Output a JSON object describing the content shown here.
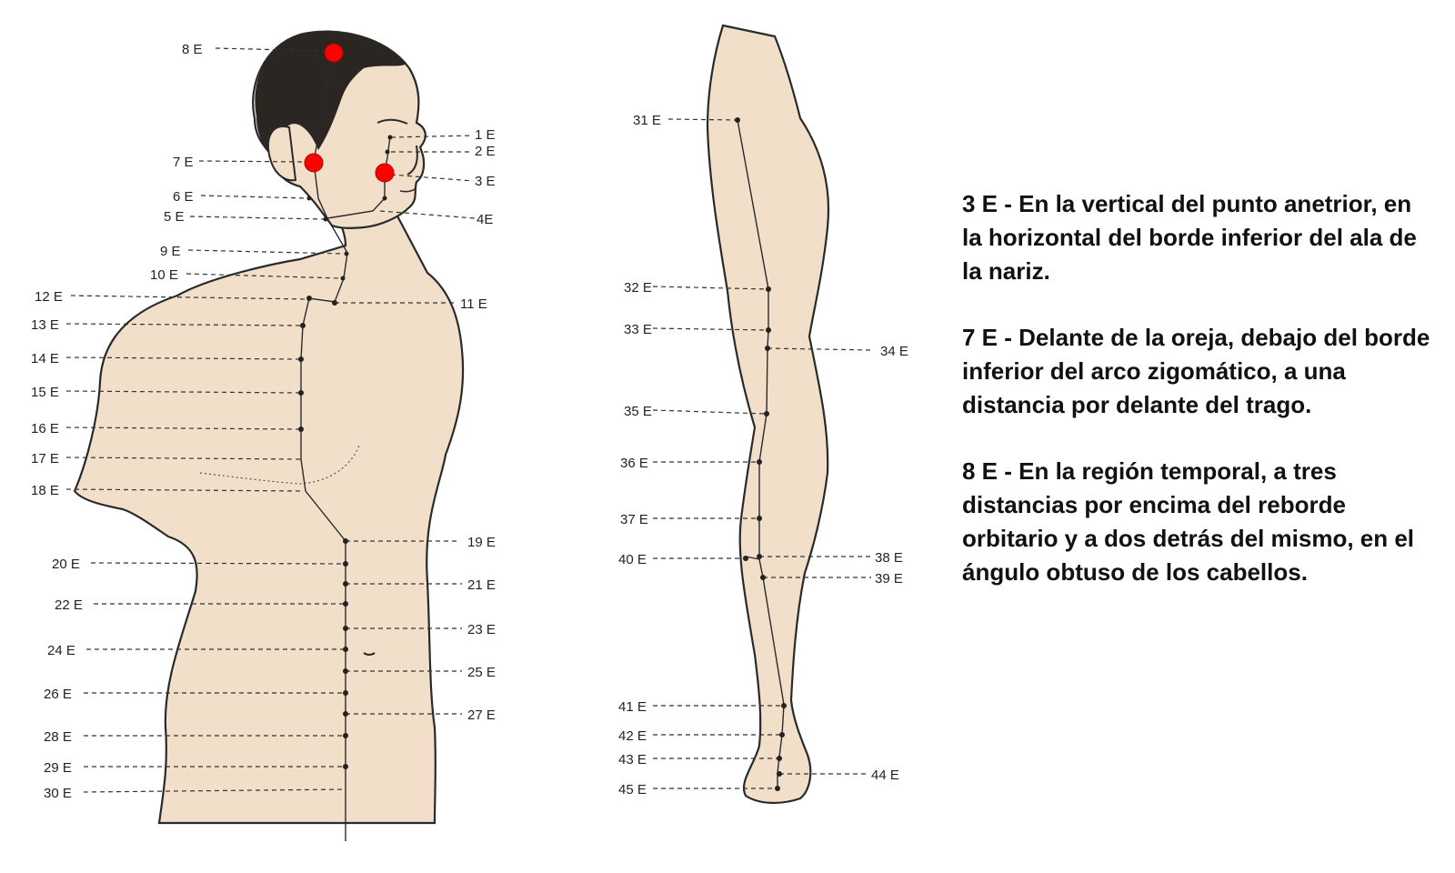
{
  "torso_labels": {
    "p8": "8 E",
    "p1": "1 E",
    "p2": "2 E",
    "p7": "7 E",
    "p3": "3 E",
    "p6": "6 E",
    "p5": "5 E",
    "p4": "4E",
    "p9": "9 E",
    "p10": "10 E",
    "p12": "12 E",
    "p11": "11 E",
    "p13": "13 E",
    "p14": "14 E",
    "p15": "15 E",
    "p16": "16 E",
    "p17": "17 E",
    "p18": "18 E",
    "p19": "19 E",
    "p20": "20 E",
    "p21": "21 E",
    "p22": "22 E",
    "p23": "23 E",
    "p24": "24 E",
    "p25": "25 E",
    "p26": "26 E",
    "p27": "27 E",
    "p28": "28 E",
    "p29": "29 E",
    "p30": "30 E"
  },
  "leg_labels": {
    "p31": "31 E",
    "p32": "32 E",
    "p33": "33 E",
    "p34": "34 E",
    "p35": "35 E",
    "p36": "36 E",
    "p37": "37 E",
    "p40": "40 E",
    "p38": "38 E",
    "p39": "39 E",
    "p41": "41 E",
    "p42": "42 E",
    "p43": "43 E",
    "p44": "44 E",
    "p45": "45 E"
  },
  "highlight_color": "#ff0000",
  "descriptions": [
    {
      "code": "3 E",
      "text": "3 E - En la vertical del punto anetrior, en la horizontal del borde inferior del ala de la nariz."
    },
    {
      "code": "7 E",
      "text": "7 E - Delante de la oreja, debajo del borde inferior del arco zigomático, a una distancia por delante del trago."
    },
    {
      "code": "8 E",
      "text": "8 E - En la región temporal, a tres distancias por encima del reborde orbitario y a dos detrás del mismo, en el ángulo obtuso de los cabellos."
    }
  ]
}
